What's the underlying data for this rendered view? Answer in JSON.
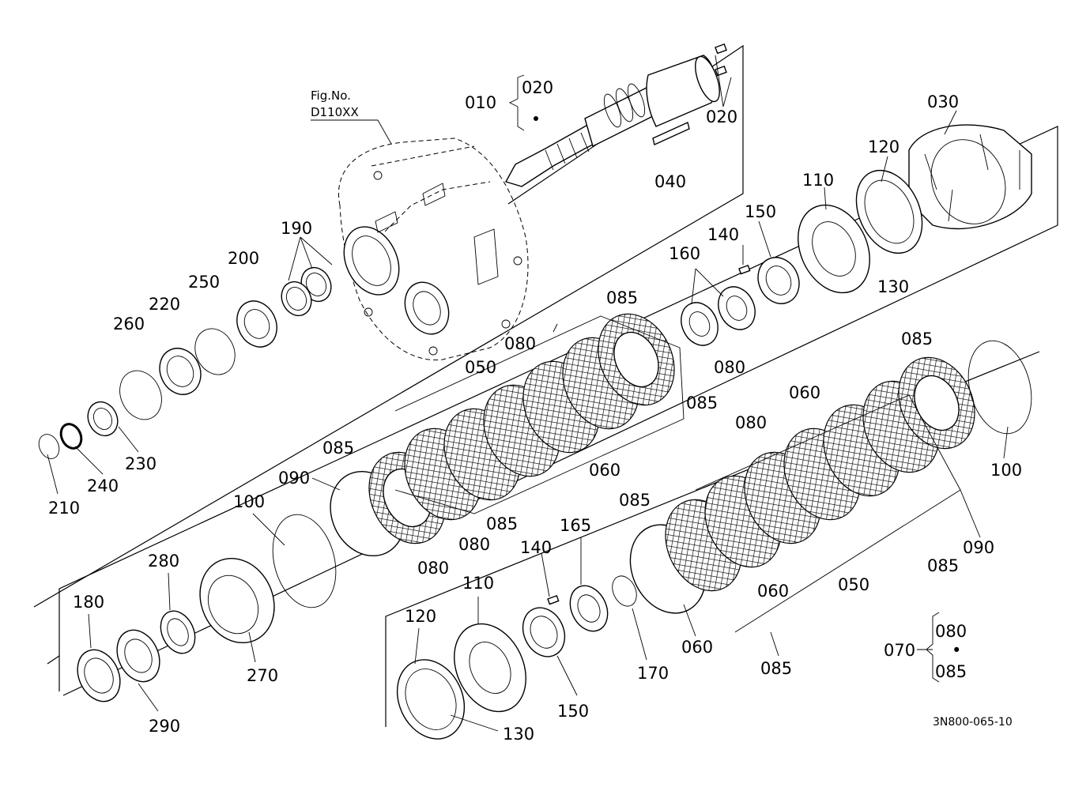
{
  "figure_ref": {
    "caption": "Fig.No.",
    "code": "D110XX"
  },
  "drawing_number": "3N800-065-10",
  "legend_group": {
    "parent": "010",
    "child": "020"
  },
  "legend_070": {
    "parent": "070",
    "first": "080",
    "bullet": "•",
    "second": "085"
  },
  "part_labels": [
    "020",
    "040",
    "030",
    "120",
    "110",
    "130",
    "190",
    "200",
    "250",
    "220",
    "260",
    "150",
    "140",
    "160",
    "085",
    "080",
    "050",
    "060",
    "090",
    "100",
    "210",
    "240",
    "230",
    "280",
    "270",
    "180",
    "290",
    "165",
    "170"
  ]
}
